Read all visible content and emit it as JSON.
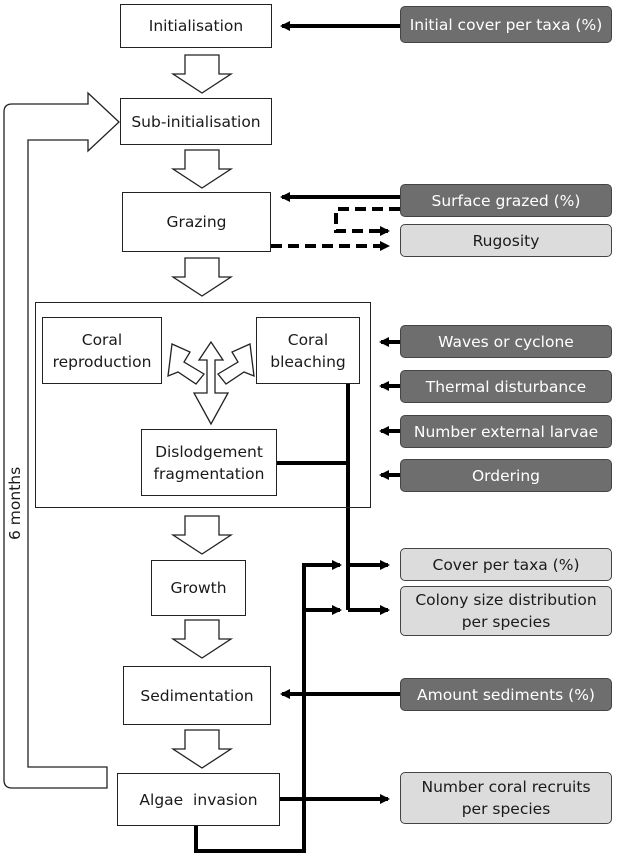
{
  "process": {
    "initialisation": "Initialisation",
    "sub_initialisation": "Sub-initialisation",
    "grazing": "Grazing",
    "coral_reproduction": [
      "Coral",
      "reproduction"
    ],
    "coral_bleaching": [
      "Coral",
      "bleaching"
    ],
    "dislodgement": [
      "Dislodgement",
      "fragmentation"
    ],
    "growth": "Growth",
    "sedimentation": "Sedimentation",
    "algae_invasion": "Algae  invasion"
  },
  "inputs": {
    "initial_cover": "Initial cover per taxa (%)",
    "surface_grazed": "Surface grazed (%)",
    "waves": "Waves or cyclone",
    "thermal": "Thermal disturbance",
    "external_larvae": "Number external larvae",
    "ordering": "Ordering",
    "amount_sediments": "Amount sediments (%)"
  },
  "outputs": {
    "rugosity": "Rugosity",
    "cover_per_taxa": "Cover per taxa (%)",
    "colony_size": [
      "Colony size distribution",
      "per species"
    ],
    "coral_recruits": [
      "Number coral recruits",
      "per species"
    ]
  },
  "loop_label": "6 months",
  "colors": {
    "input_fill": "#6e6e6e",
    "output_fill": "#dcdcdc",
    "line": "#000000"
  }
}
